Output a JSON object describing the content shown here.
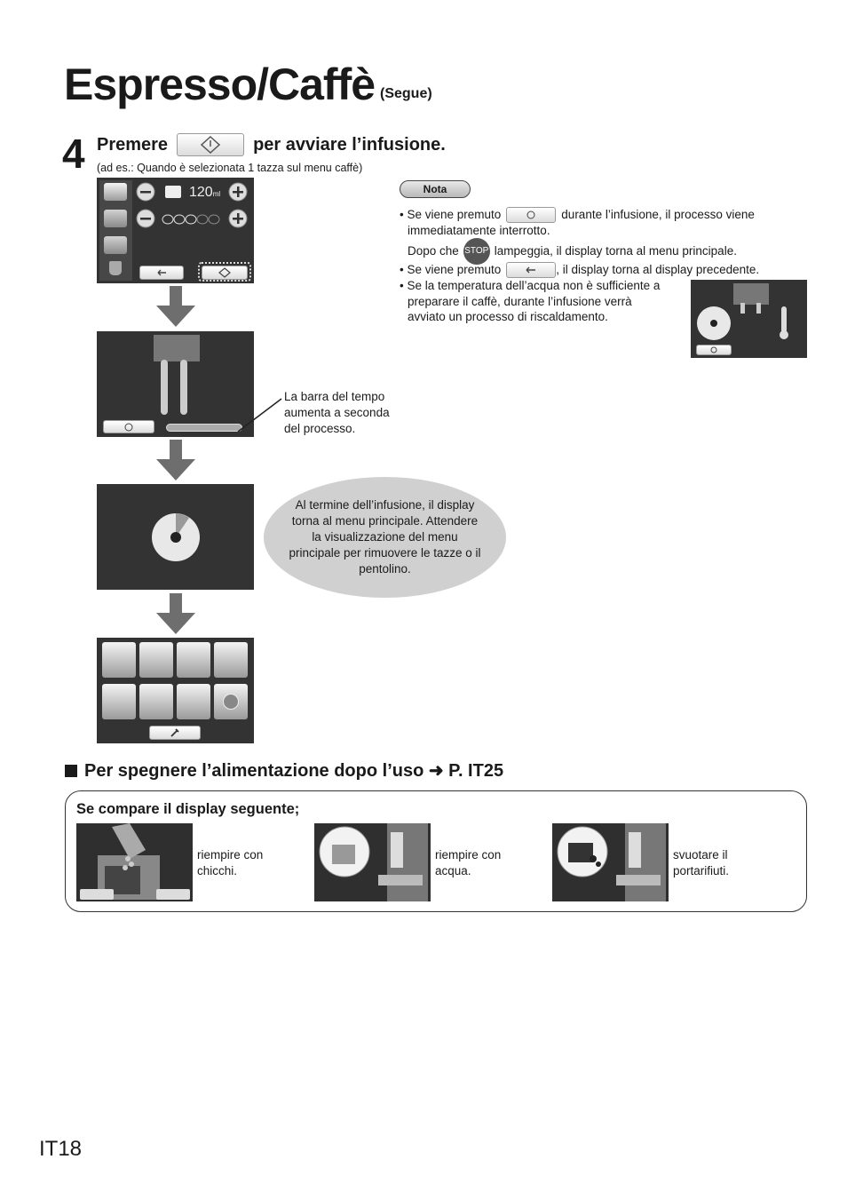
{
  "header": {
    "title": "Espresso/Caffè",
    "title_suffix": "(Segue)"
  },
  "step": {
    "number": "4",
    "text_before": "Premere",
    "text_after": "per avviare l’infusione.",
    "example": "(ad es.: Quando è selezionata 1 tazza sul menu caffè)"
  },
  "screen1": {
    "volume": "120",
    "unit": "ml"
  },
  "callout_bar": {
    "line1": "La barra del tempo",
    "line2": "aumenta a seconda",
    "line3": "del processo."
  },
  "ellipse": {
    "line1": "Al termine dell’infusione, il display",
    "line2": "torna al menu principale. Attendere",
    "line3": "la visualizzazione del menu",
    "line4": "principale per rimuovere le tazze o il",
    "line5": "pentolino."
  },
  "note": {
    "badge": "Nota",
    "item1_a": "• Se viene premuto",
    "item1_b": "durante l’infusione, il processo viene",
    "item1_c": "immediatamente interrotto.",
    "item1_d_a": "Dopo che",
    "stop_label": "STOP",
    "item1_d_b": "lampeggia, il display torna al menu principale.",
    "item2_a": "• Se viene premuto",
    "item2_b": ", il display torna al display precedente.",
    "item3_a": "• Se la temperatura dell’acqua non è sufficiente a",
    "item3_b": "preparare il caffè, durante l’infusione verrà",
    "item3_c": "avviato un processo di riscaldamento."
  },
  "section": {
    "heading": "Per spegnere l’alimentazione dopo l’uso ➜ P. IT25",
    "box_title": "Se compare il display seguente;",
    "items": [
      {
        "line1": "riempire con",
        "line2": "chicchi."
      },
      {
        "line1": "riempire con",
        "line2": "acqua."
      },
      {
        "line1": "svuotare il",
        "line2": "portarifiuti."
      }
    ]
  },
  "footer": {
    "page": "IT18"
  },
  "colors": {
    "screen": "#333333",
    "arrow": "#6e6e6e",
    "ellipse": "#d0d0d0"
  }
}
